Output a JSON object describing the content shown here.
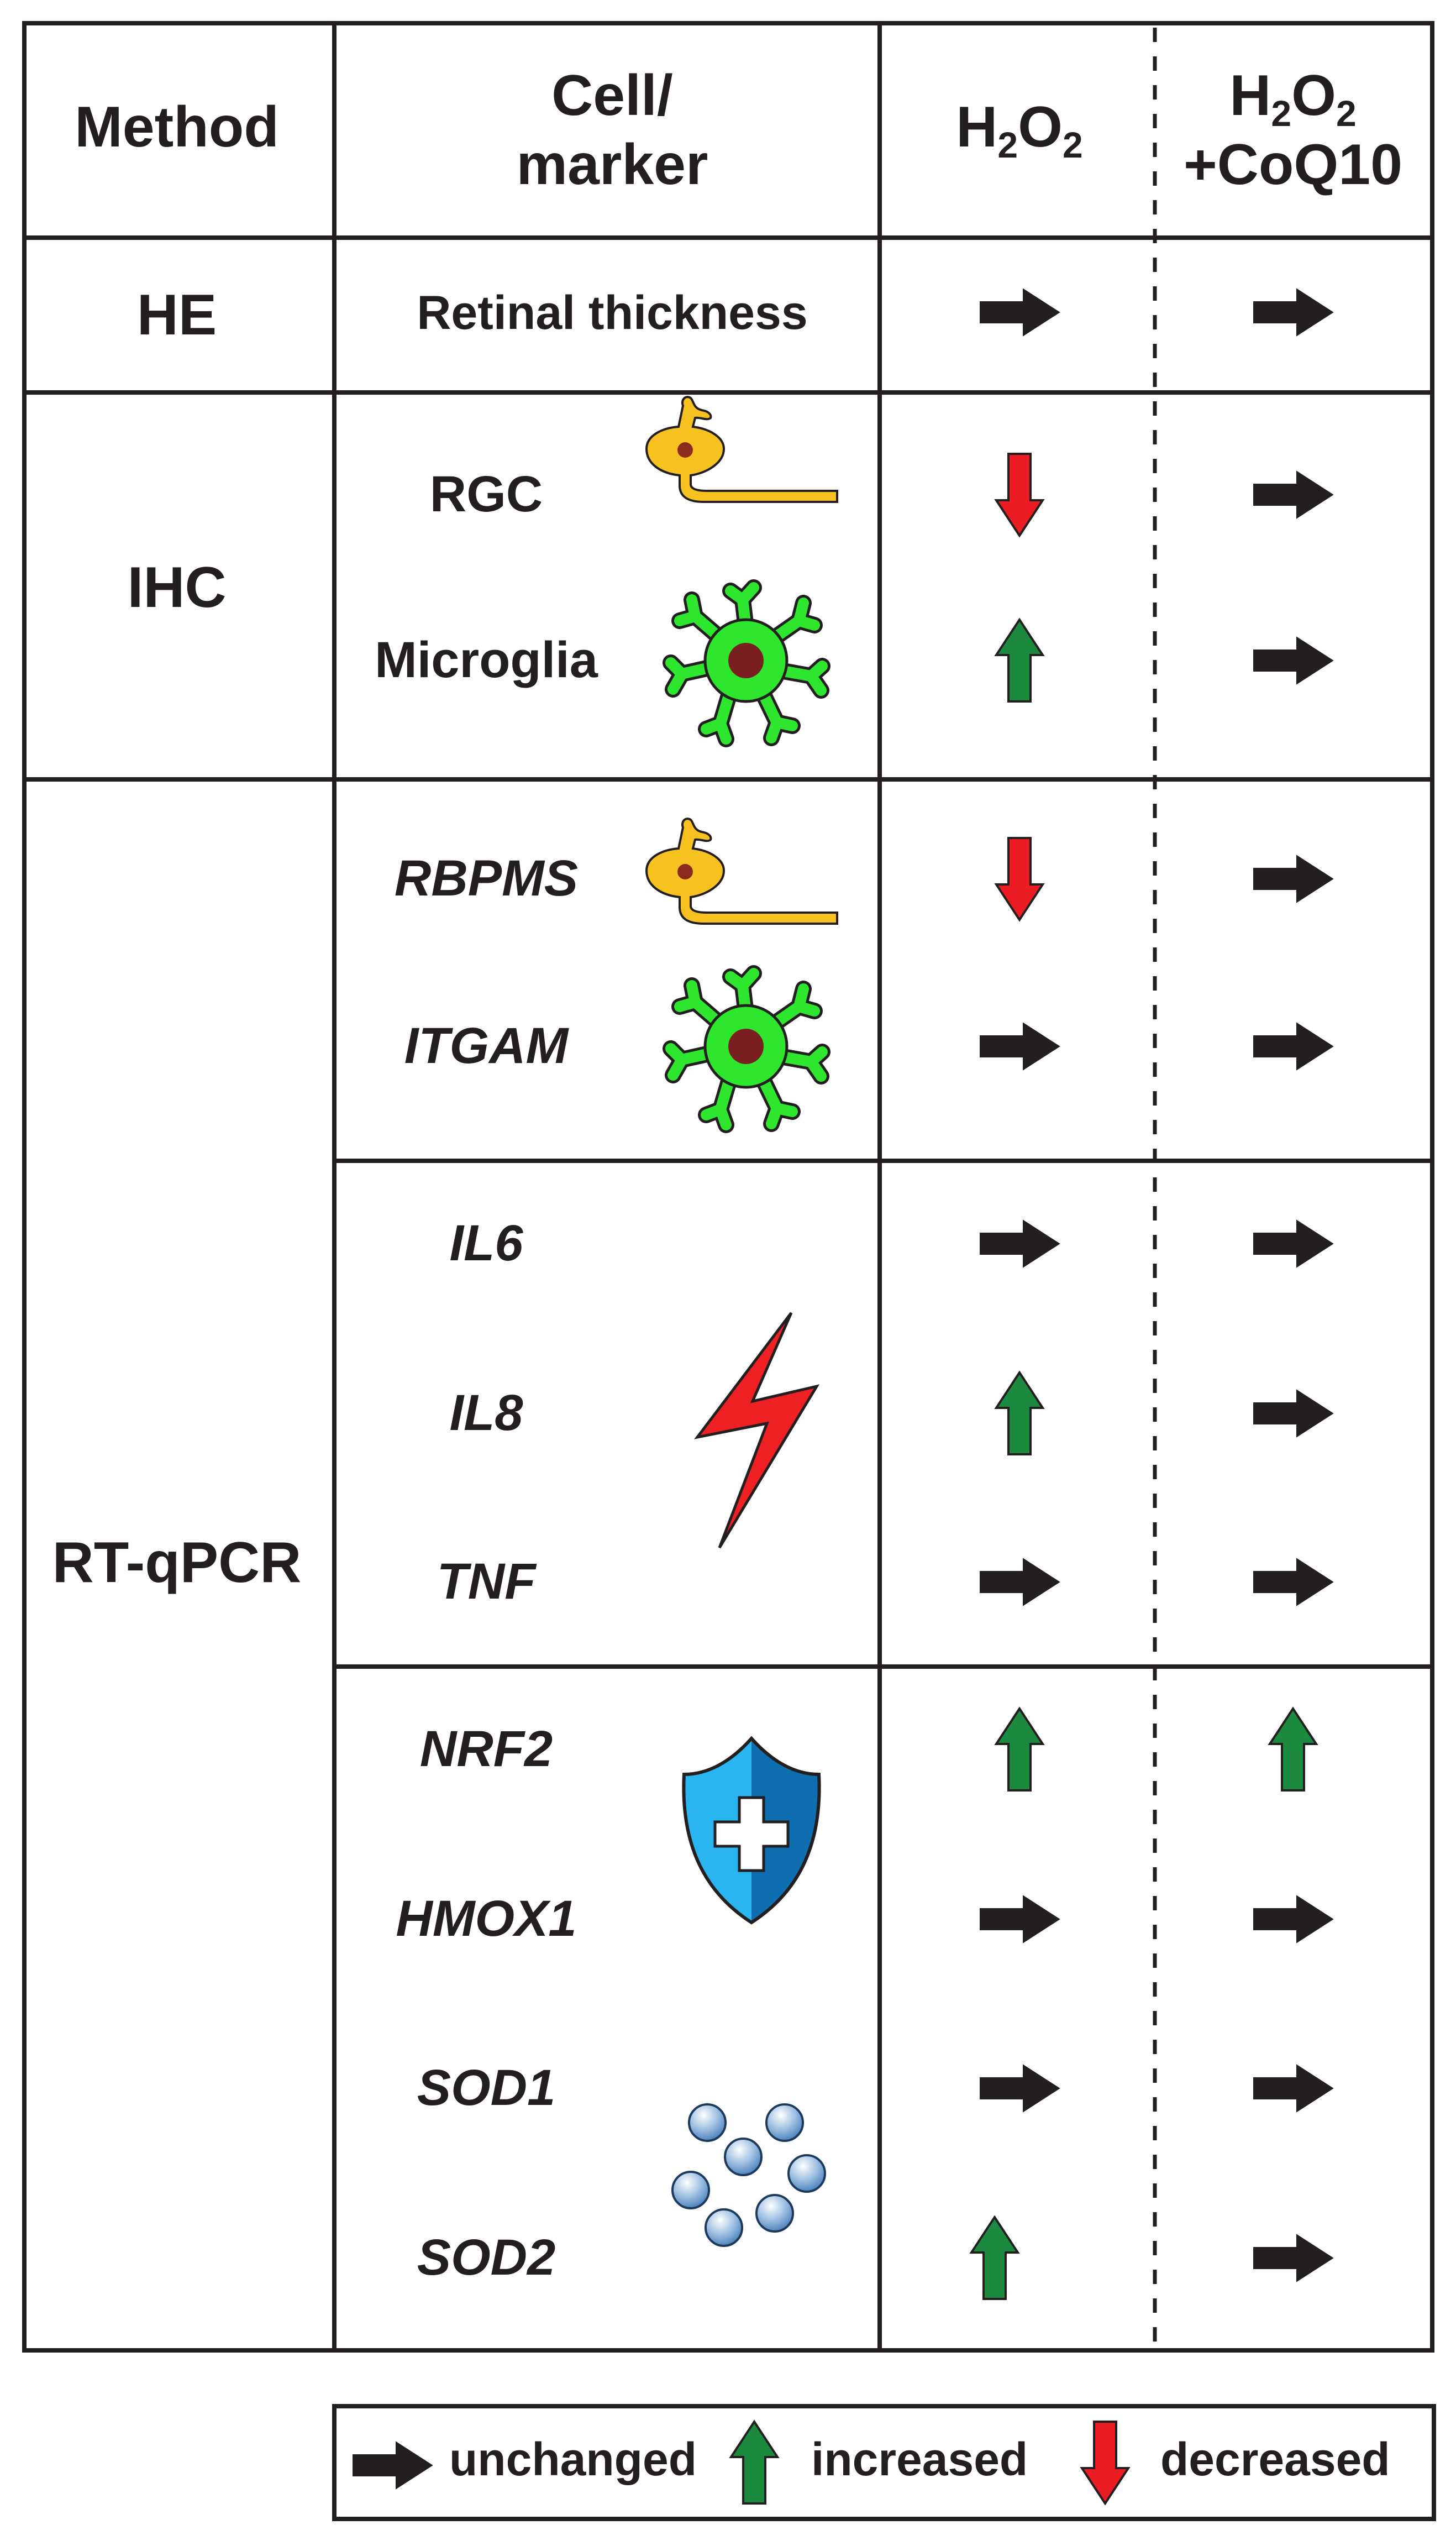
{
  "header": {
    "method": "Method",
    "cell_line1": "Cell/",
    "cell_line2": "marker",
    "h2o2": {
      "base": "H",
      "sub1": "2",
      "mid": "O",
      "sub2": "2"
    },
    "h2o2_coq10_line2": "+CoQ10"
  },
  "methods": [
    "HE",
    "IHC",
    "RT-qPCR"
  ],
  "rows": [
    {
      "marker": "Retinal thickness",
      "italic": false,
      "h2o2": "unchanged",
      "coq10": "unchanged"
    },
    {
      "marker": "RGC",
      "italic": false,
      "h2o2": "decreased",
      "coq10": "unchanged",
      "icon": "rgc-neuron-icon"
    },
    {
      "marker": "Microglia",
      "italic": false,
      "h2o2": "increased",
      "coq10": "unchanged",
      "icon": "microglia-icon"
    },
    {
      "marker": "RBPMS",
      "italic": true,
      "h2o2": "decreased",
      "coq10": "unchanged",
      "icon": "rgc-neuron-icon"
    },
    {
      "marker": "ITGAM",
      "italic": true,
      "h2o2": "unchanged",
      "coq10": "unchanged",
      "icon": "microglia-icon"
    },
    {
      "marker": "IL6",
      "italic": true,
      "h2o2": "unchanged",
      "coq10": "unchanged"
    },
    {
      "marker": "IL8",
      "italic": true,
      "h2o2": "increased",
      "coq10": "unchanged"
    },
    {
      "marker": "TNF",
      "italic": true,
      "h2o2": "unchanged",
      "coq10": "unchanged"
    },
    {
      "marker": "NRF2",
      "italic": true,
      "h2o2": "increased",
      "coq10": "increased"
    },
    {
      "marker": "HMOX1",
      "italic": true,
      "h2o2": "unchanged",
      "coq10": "unchanged"
    },
    {
      "marker": "SOD1",
      "italic": true,
      "h2o2": "unchanged",
      "coq10": "unchanged"
    },
    {
      "marker": "SOD2",
      "italic": true,
      "h2o2": "increased",
      "coq10": "unchanged"
    }
  ],
  "group_icons": [
    "lightning-bolt-icon",
    "shield-cross-icon",
    "antioxidant-spheres-icon"
  ],
  "legend": {
    "unchanged": "unchanged",
    "increased": "increased",
    "decreased": "decreased"
  },
  "colors": {
    "unchanged": "#231f20",
    "increased": "#1c8a3e",
    "decreased": "#ec1c24",
    "rgc": "#f7c21f",
    "microglia": "#2ee62e",
    "nucleus": "#7a1f1f",
    "bolt": "#ee2024",
    "shield_light": "#29b5f0",
    "shield_dark": "#0e6eb0",
    "sphere": "#5a8ec6"
  }
}
